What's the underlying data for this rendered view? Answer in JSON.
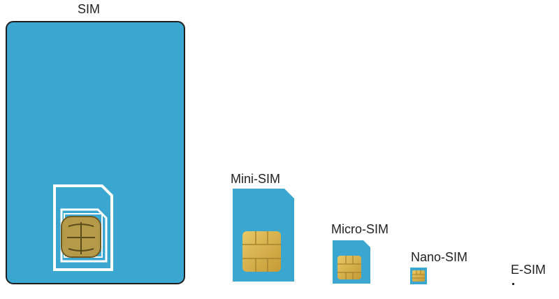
{
  "labels": {
    "sim": "SIM",
    "mini_sim": "Mini-SIM",
    "micro_sim": "Micro-SIM",
    "nano_sim": "Nano-SIM",
    "e_sim": "E-SIM"
  },
  "colors": {
    "card_blue": "#3ba6cf",
    "card_outline": "#1f1f1f",
    "punch_white": "#ffffff",
    "chip_gold": "#d9b34a",
    "chip_dark": "#9a7620",
    "chip_olive": "#7a6a3a"
  }
}
